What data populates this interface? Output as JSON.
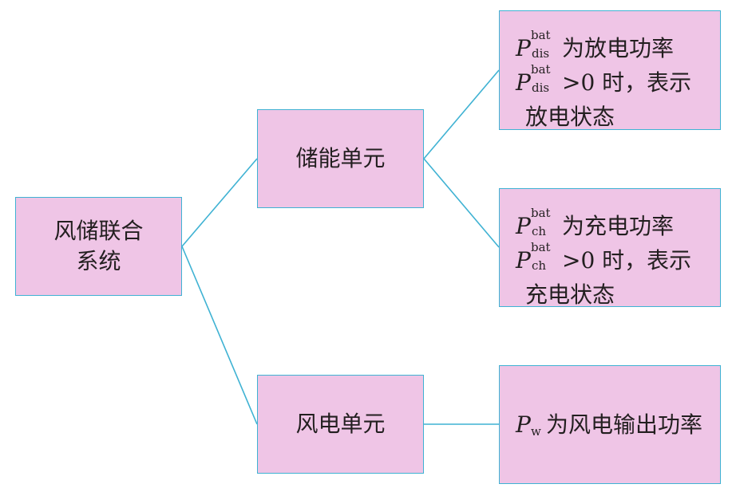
{
  "root": {
    "line1": "风储联合",
    "line2": "系统"
  },
  "storage": {
    "label": "储能单元"
  },
  "wind": {
    "label": "风电单元"
  },
  "discharge": {
    "var": "P",
    "sup": "bat",
    "sub": "dis",
    "line1_text": "为放电功率",
    "line2_text": ">0 时，表示",
    "line3_text": "放电状态"
  },
  "charge": {
    "var": "P",
    "sup": "bat",
    "sub": "ch",
    "line1_text": "为充电功率",
    "line2_text": ">0 时，表示",
    "line3_text": "充电状态"
  },
  "wind_power": {
    "var": "P",
    "sub": "w",
    "text": "为风电输出功率"
  },
  "colors": {
    "box_fill": "#efc5e6",
    "connector": "#3fb2d3",
    "text": "#231f20"
  }
}
